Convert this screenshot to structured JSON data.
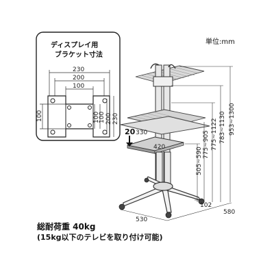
{
  "unit_label": "単位:mm",
  "bracket_box": {
    "title_line1": "ディスプレイ用",
    "title_line2": "ブラケット寸法",
    "top_dims": [
      "230",
      "200",
      "100"
    ],
    "left_dims": [
      "100"
    ],
    "right_dims": [
      "100",
      "100",
      "200",
      "230"
    ]
  },
  "stand": {
    "shelf_label": "20",
    "shelf_depth": "330",
    "shelf_width": "420",
    "base_width": "530",
    "base_depth": "580",
    "caster_height": "102",
    "vertical_dims": [
      "505~590",
      "775~905",
      "775~1122",
      "783~1130",
      "953~1300"
    ]
  },
  "load": {
    "main": "総耐荷重 40kg",
    "sub": "(15kg以下のテレビを取り付け可能)"
  }
}
